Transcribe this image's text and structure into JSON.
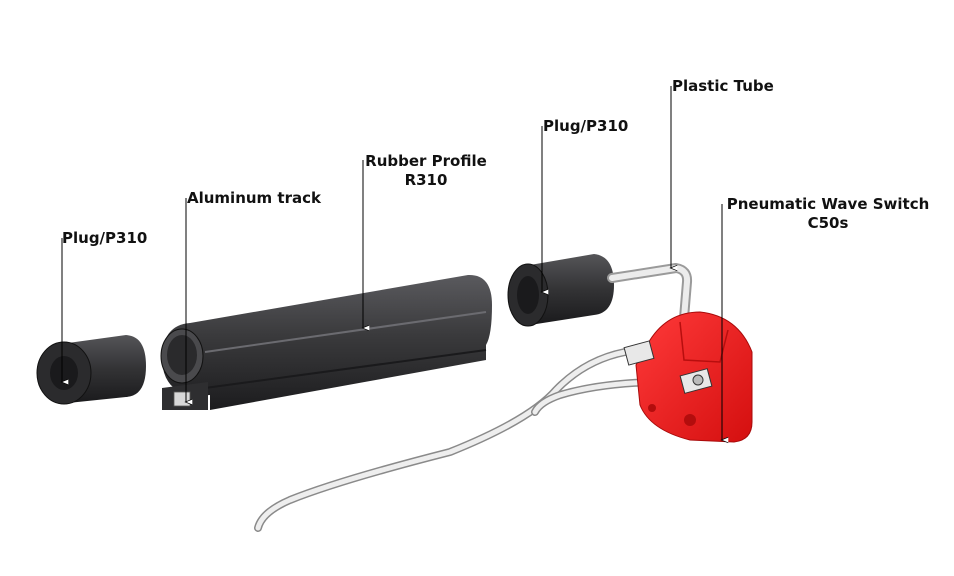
{
  "labels": {
    "plug_left": "Plug/P310",
    "aluminum_track": "Aluminum track",
    "rubber_profile_line1": "Rubber Profile",
    "rubber_profile_line2": "R310",
    "plug_right": "Plug/P310",
    "plastic_tube": "Plastic Tube",
    "switch_line1": "Pneumatic Wave Switch",
    "switch_line2": "C50s"
  },
  "colors": {
    "rubber": "#3a3a3c",
    "rubber_dark": "#1f1f21",
    "switch_red": "#ee1c1c",
    "tube": "#e6e6e6",
    "leader": "#000000"
  }
}
